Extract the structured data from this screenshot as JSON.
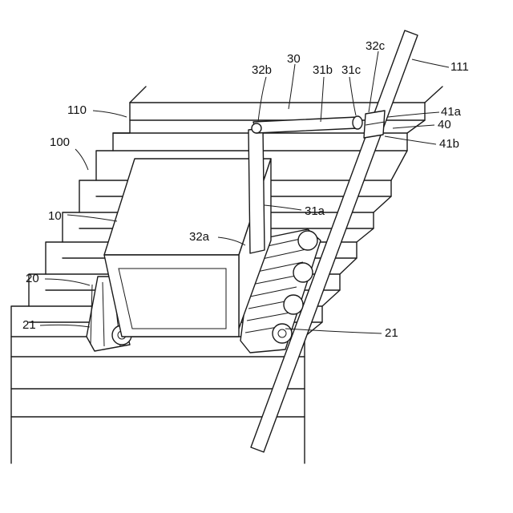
{
  "labels": {
    "robot": "100",
    "body": "10",
    "crawler": "20",
    "crawler_left": "21",
    "crawler_right": "21",
    "arm": "30",
    "arm_lower": "31a",
    "arm_upper": "31b",
    "arm_end": "31c",
    "joint_a": "32a",
    "joint_b": "32b",
    "joint_c": "32c",
    "gripper": "40",
    "gripper_top": "41a",
    "gripper_bottom": "41b",
    "stairs": "110",
    "handrail": "111"
  }
}
